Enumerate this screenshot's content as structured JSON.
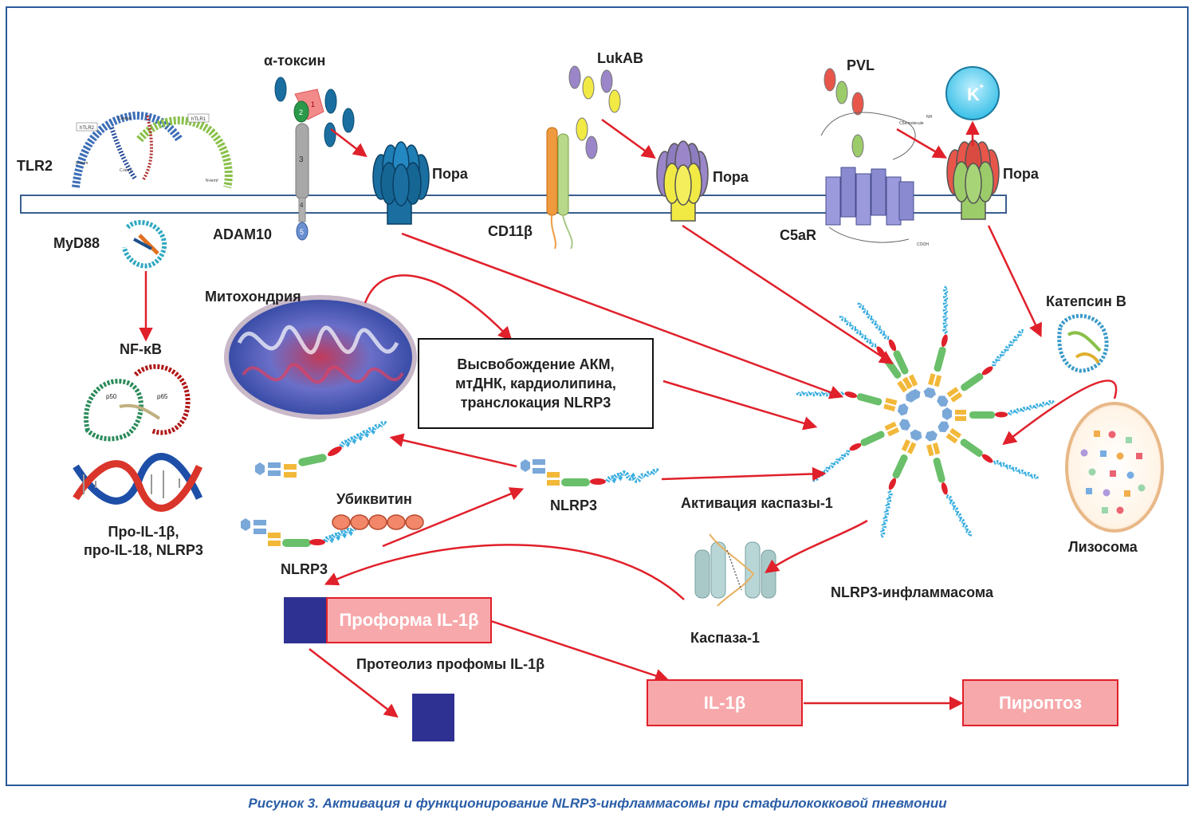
{
  "labels": {
    "tlr2": "TLR2",
    "myd88": "MyD88",
    "alpha_toxin": "α-токсин",
    "adam10": "ADAM10",
    "pore1": "Пора",
    "lukab": "LukAB",
    "cd11b": "CD11β",
    "pore2": "Пора",
    "pvl": "PVL",
    "c5ar": "C5aR",
    "pore3": "Пора",
    "k_ion": "K",
    "k_charge": "+",
    "nfkb": "NF-κB",
    "pro_il_line1": "Про-IL-1β,",
    "pro_il_line2": "про-IL-18, NLRP3",
    "mitochondria": "Митохондрия",
    "ubiquitin": "Убиквитин",
    "nlrp3_left": "NLRP3",
    "nlrp3_mid": "NLRP3",
    "caspase_activation": "Активация каспазы-1",
    "cathepsin": "Катепсин В",
    "lysosome": "Лизосома",
    "inflammasome": "NLRP3-инфламмасома",
    "caspase1": "Каспаза-1",
    "proteolysis": "Протеолиз профомы  IL-1β"
  },
  "struct_text": {
    "htlr2": "hTLR2",
    "htlr1": "hTLR1",
    "central": "Central",
    "nterm": "N-term",
    "cterm": "C-term",
    "nterm2": "N-term'",
    "p50": "p50",
    "p65": "p65",
    "c5a_molecule": "C5a molecule",
    "nh2": "NH",
    "cooh": "COOH",
    "d1": "1",
    "d2": "2",
    "d3": "3",
    "d4": "4",
    "d5": "5"
  },
  "release_box": {
    "line1": "Высвобождение АКМ,",
    "line2": "мтДНК, кардиолипина,",
    "line3": "транслокация NLRP3"
  },
  "pro_il1b_box": "Проформа IL-1β",
  "il1b_box": "IL-1β",
  "pyroptosis_box": "Пироптоз",
  "caption": "Рисунок 3. Активация и функционирование NLRP3-инфламмасомы при стафилококковой пневмонии",
  "colors": {
    "arrow": "#e0202a",
    "frame": "#2a5a9a",
    "box_fill": "#f7a8aa",
    "box_border": "#e0202a",
    "square": "#2e3192",
    "caption": "#2b5ea7"
  }
}
